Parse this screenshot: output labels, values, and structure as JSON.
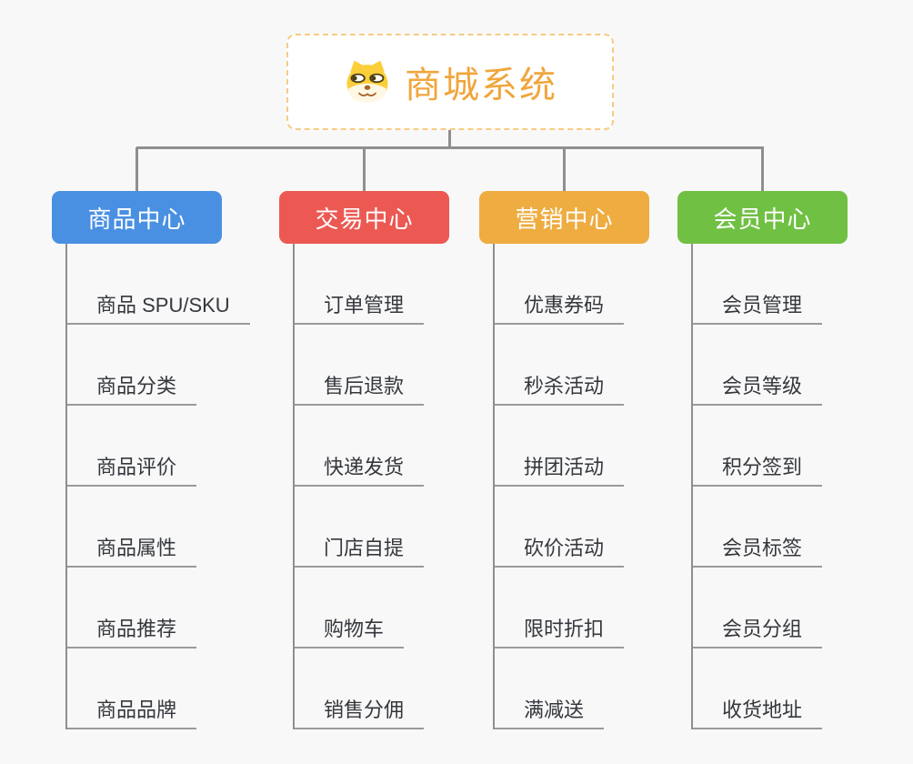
{
  "root": {
    "title": "商城系统",
    "icon": "dog-face-icon",
    "title_color": "#f0a63c",
    "border_color": "#f7cb83"
  },
  "connector_color": "#8f8f8f",
  "branches": [
    {
      "label": "商品中心",
      "color": "#4a90e2",
      "items": [
        "商品 SPU/SKU",
        "商品分类",
        "商品评价",
        "商品属性",
        "商品推荐",
        "商品品牌"
      ]
    },
    {
      "label": "交易中心",
      "color": "#ec5953",
      "items": [
        "订单管理",
        "售后退款",
        "快递发货",
        "门店自提",
        "购物车",
        "销售分佣"
      ]
    },
    {
      "label": "营销中心",
      "color": "#eeac41",
      "items": [
        "优惠券码",
        "秒杀活动",
        "拼团活动",
        "砍价活动",
        "限时折扣",
        "满减送"
      ]
    },
    {
      "label": "会员中心",
      "color": "#70c044",
      "items": [
        "会员管理",
        "会员等级",
        "积分签到",
        "会员标签",
        "会员分组",
        "收货地址"
      ]
    }
  ]
}
